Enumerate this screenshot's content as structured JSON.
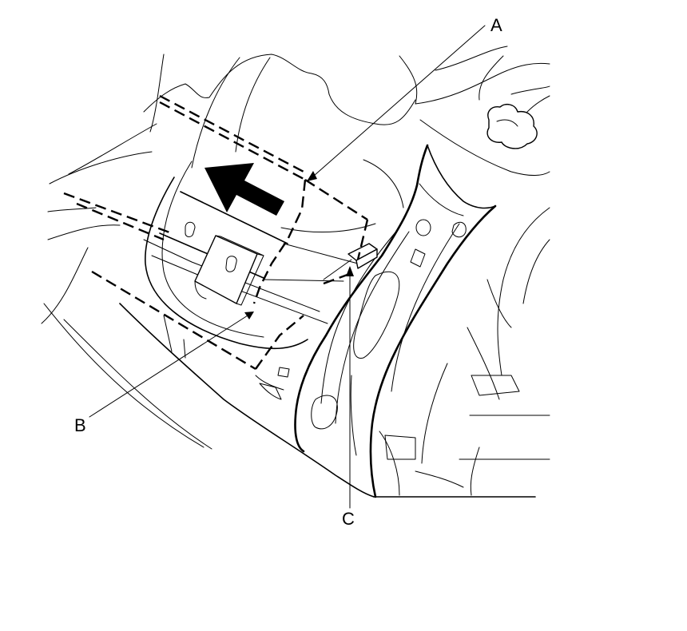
{
  "callouts": {
    "a": "A",
    "b": "B",
    "c": "C"
  },
  "icons": {
    "direction_arrow": "arrow-left-up-icon"
  },
  "colors": {
    "ink": "#000000",
    "paper": "#ffffff"
  }
}
